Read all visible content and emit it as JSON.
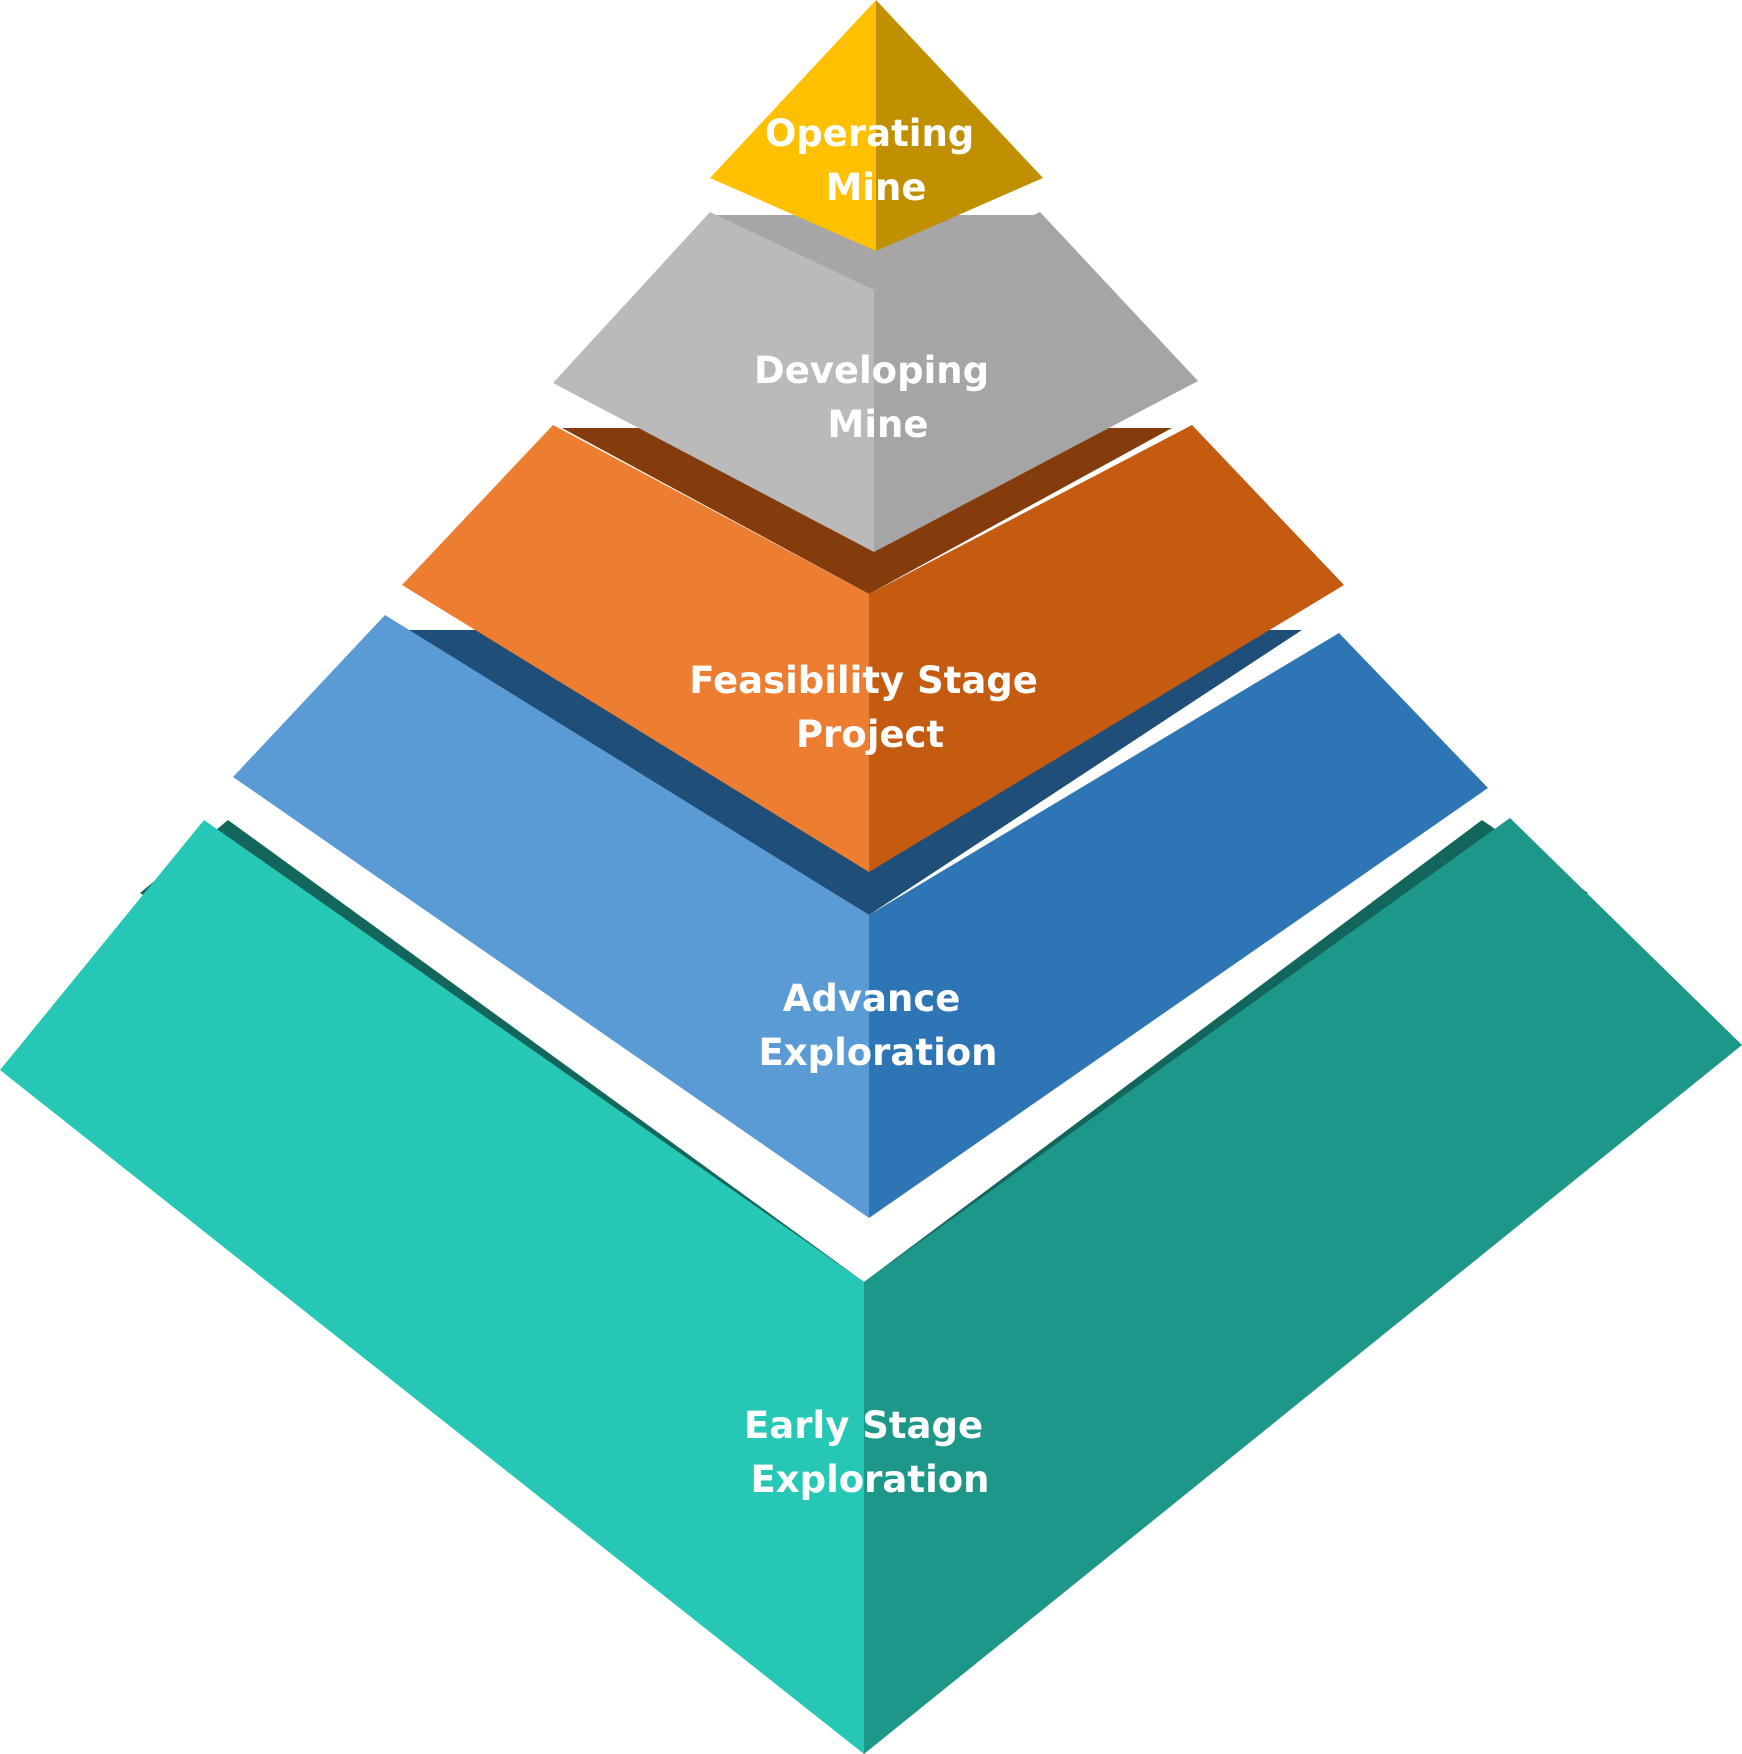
{
  "diagram": {
    "type": "pyramid",
    "tiers": [
      {
        "id": "operating-mine",
        "lines": [
          "Operating",
          "Mine"
        ],
        "colors": {
          "left": "#FFC000",
          "right": "#C09000",
          "shadow": "#A6A6A6"
        }
      },
      {
        "id": "developing-mine",
        "lines": [
          "Developing",
          "Mine"
        ],
        "colors": {
          "left": "#BABABA",
          "right": "#A5A5A5",
          "shadow": "#843C0C"
        }
      },
      {
        "id": "feasibility-stage-project",
        "lines": [
          "Feasibility Stage",
          "Project"
        ],
        "colors": {
          "left": "#ED7D31",
          "right": "#C55A11",
          "shadow": "#1F4E79"
        }
      },
      {
        "id": "advance-exploration",
        "lines": [
          "Advance",
          "Exploration"
        ],
        "colors": {
          "left": "#5B9BD5",
          "right": "#2E75B6",
          "shadow": "#12665B"
        }
      },
      {
        "id": "early-stage-exploration",
        "lines": [
          "Early Stage",
          "Exploration"
        ],
        "colors": {
          "left": "#26C8B5",
          "right": "#1C9788"
        }
      }
    ]
  }
}
